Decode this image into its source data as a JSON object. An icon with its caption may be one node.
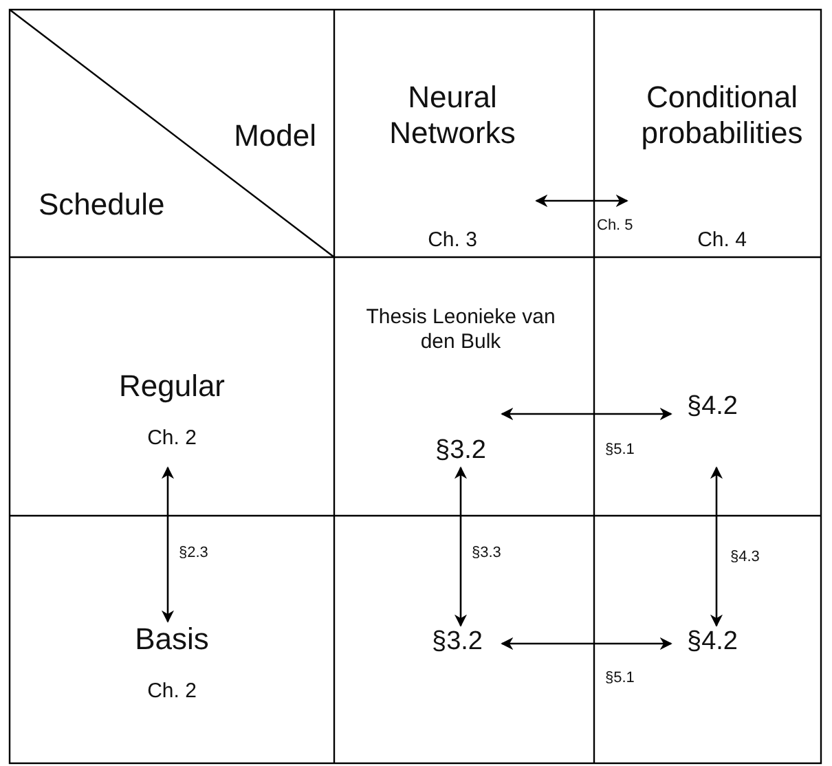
{
  "diagram": {
    "nodes": [
      {
        "text": [
          "Neural Networks",
          "Ch. 3"
        ]
      },
      {
        "text": [
          "Conditional probabilities",
          "Ch. 4"
        ]
      },
      {
        "text": [
          "Regular",
          "Ch. 2"
        ]
      },
      {
        "text": [
          "§3.2"
        ]
      },
      {
        "text": [
          "§4.2"
        ]
      },
      {
        "text": [
          "Basis",
          "Ch. 2"
        ]
      },
      {
        "text": [
          "§3.2"
        ]
      },
      {
        "text": [
          "§4.2"
        ]
      }
    ],
    "edges": [
      {
        "from": 0,
        "to": 1,
        "arrow": "both",
        "label": "Ch. 5"
      },
      {
        "from": 2,
        "to": 5,
        "arrow": "both",
        "label": "§2.3"
      },
      {
        "from": 3,
        "to": 4,
        "arrow": "both",
        "label": "§5.1"
      },
      {
        "from": 3,
        "to": 6,
        "arrow": "both",
        "label": "§3.3"
      },
      {
        "from": 4,
        "to": 7,
        "arrow": "both",
        "label": "§4.3"
      },
      {
        "from": 6,
        "to": 7,
        "arrow": "both",
        "label": "§5.1"
      }
    ],
    "labels": [
      "Model",
      "Schedule",
      "Thesis Leonieke van den Bulk"
    ]
  }
}
